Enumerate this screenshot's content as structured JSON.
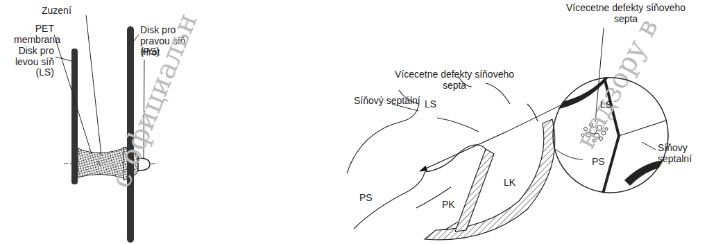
{
  "diagram": {
    "nodes": [
      {
        "text": [
          "LS",
          "PS"
        ]
      }
    ],
    "labels": [
      "Zuzení",
      "PET membrana",
      "Disk pro levou síň (LS)",
      "Disk pro pravou síň (PS)",
      "Hrot",
      "Vícecetne defekty síňoveho septa",
      "Síňový septální",
      "LS",
      "PS",
      "PK",
      "LK",
      "Vícecetne defekty síňoveho septa",
      "Síňovy septalní",
      "с официальн",
      "надзору в"
    ]
  }
}
